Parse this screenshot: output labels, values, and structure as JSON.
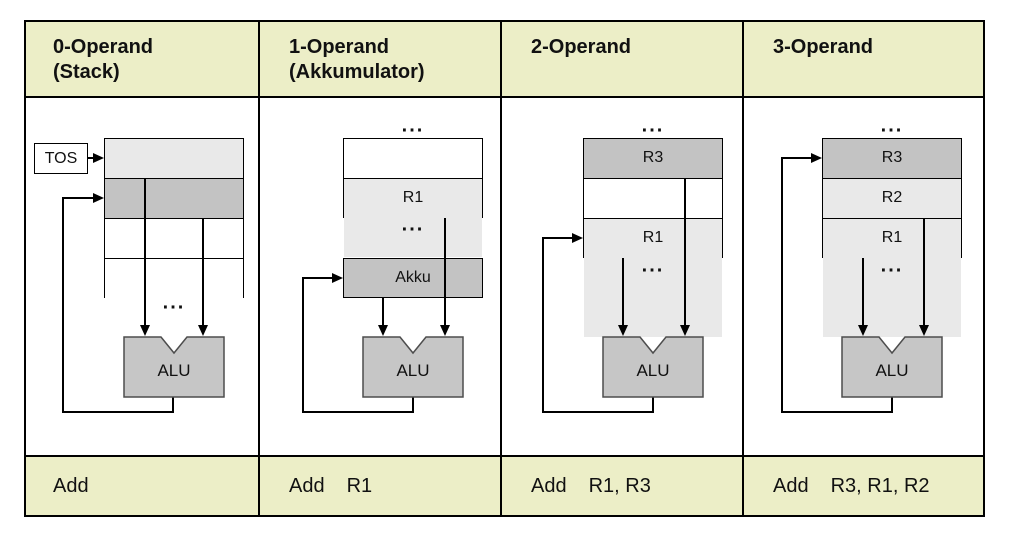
{
  "colors": {
    "band_bg": "#eceec7",
    "cell_dark": "#c3c3c3",
    "cell_light": "#e9e9e9",
    "alu_fill": "#c6c6c6",
    "line": "#000000",
    "text": "#111111"
  },
  "columns": [
    {
      "header_line1": "0-Operand",
      "header_line2": "(Stack)",
      "tos_label": "TOS",
      "dots_below": "...",
      "alu_label": "ALU",
      "instruction_mnemonic": "Add",
      "instruction_operands": ""
    },
    {
      "header_line1": "1-Operand",
      "header_line2": "(Akkumulator)",
      "dots_above": "...",
      "register_labels": {
        "r1": "R1"
      },
      "dots_below": "...",
      "akku_label": "Akku",
      "alu_label": "ALU",
      "instruction_mnemonic": "Add",
      "instruction_operands": "R1"
    },
    {
      "header_line1": "2-Operand",
      "header_line2": "",
      "dots_above": "...",
      "register_labels": {
        "r3": "R3",
        "r1": "R1"
      },
      "dots_below": "...",
      "alu_label": "ALU",
      "instruction_mnemonic": "Add",
      "instruction_operands": "R1, R3"
    },
    {
      "header_line1": "3-Operand",
      "header_line2": "",
      "dots_above": "...",
      "register_labels": {
        "r3": "R3",
        "r2": "R2",
        "r1": "R1"
      },
      "dots_below": "...",
      "alu_label": "ALU",
      "instruction_mnemonic": "Add",
      "instruction_operands": "R3, R1, R2"
    }
  ]
}
